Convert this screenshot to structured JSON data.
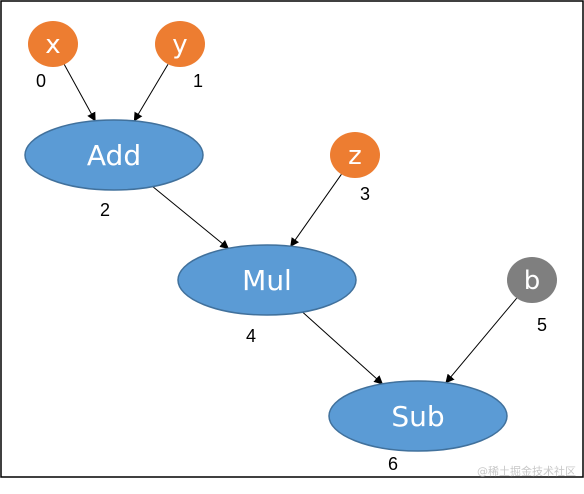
{
  "colors": {
    "input_fill": "#ED7D31",
    "op_fill": "#5B9BD5",
    "op_stroke": "#41719C",
    "const_fill": "#7F7F7F",
    "edge": "#000000",
    "frame": "#000000"
  },
  "nodes": {
    "x": {
      "label": "x",
      "index": "0"
    },
    "y": {
      "label": "y",
      "index": "1"
    },
    "add": {
      "label": "Add",
      "index": "2"
    },
    "z": {
      "label": "z",
      "index": "3"
    },
    "mul": {
      "label": "Mul",
      "index": "4"
    },
    "b": {
      "label": "b",
      "index": "5"
    },
    "sub": {
      "label": "Sub",
      "index": "6"
    }
  },
  "edges": [
    {
      "from": "x",
      "to": "add"
    },
    {
      "from": "y",
      "to": "add"
    },
    {
      "from": "add",
      "to": "mul"
    },
    {
      "from": "z",
      "to": "mul"
    },
    {
      "from": "mul",
      "to": "sub"
    },
    {
      "from": "b",
      "to": "sub"
    }
  ],
  "watermark": "@稀土掘金技术社区"
}
